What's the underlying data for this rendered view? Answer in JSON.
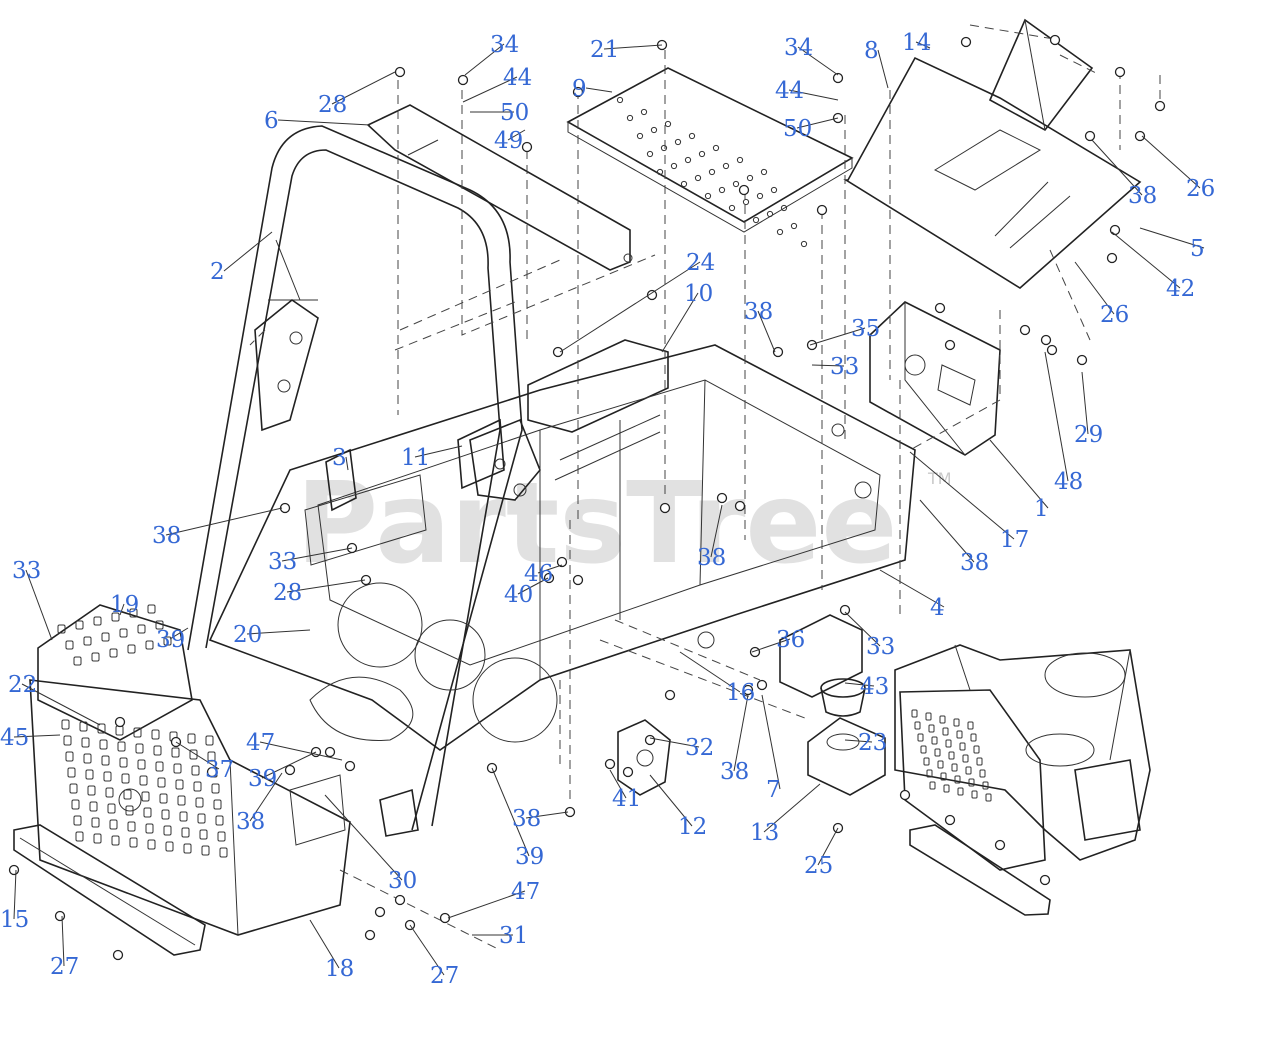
{
  "watermark": {
    "text": "PartsTree",
    "trademark": "TM"
  },
  "callouts": [
    {
      "label": "34"
    },
    {
      "label": "21"
    },
    {
      "label": "34"
    },
    {
      "label": "8"
    },
    {
      "label": "14"
    },
    {
      "label": "44"
    },
    {
      "label": "28"
    },
    {
      "label": "9"
    },
    {
      "label": "44"
    },
    {
      "label": "6"
    },
    {
      "label": "50"
    },
    {
      "label": "50"
    },
    {
      "label": "49"
    },
    {
      "label": "38"
    },
    {
      "label": "26"
    },
    {
      "label": "5"
    },
    {
      "label": "2"
    },
    {
      "label": "42"
    },
    {
      "label": "24"
    },
    {
      "label": "10"
    },
    {
      "label": "26"
    },
    {
      "label": "38"
    },
    {
      "label": "35"
    },
    {
      "label": "33"
    },
    {
      "label": "29"
    },
    {
      "label": "3"
    },
    {
      "label": "11"
    },
    {
      "label": "48"
    },
    {
      "label": "1"
    },
    {
      "label": "38"
    },
    {
      "label": "17"
    },
    {
      "label": "38"
    },
    {
      "label": "33"
    },
    {
      "label": "33"
    },
    {
      "label": "38"
    },
    {
      "label": "46"
    },
    {
      "label": "28"
    },
    {
      "label": "40"
    },
    {
      "label": "4"
    },
    {
      "label": "19"
    },
    {
      "label": "39"
    },
    {
      "label": "20"
    },
    {
      "label": "36"
    },
    {
      "label": "33"
    },
    {
      "label": "22"
    },
    {
      "label": "16"
    },
    {
      "label": "43"
    },
    {
      "label": "45"
    },
    {
      "label": "47"
    },
    {
      "label": "32"
    },
    {
      "label": "23"
    },
    {
      "label": "37"
    },
    {
      "label": "39"
    },
    {
      "label": "38"
    },
    {
      "label": "7"
    },
    {
      "label": "38"
    },
    {
      "label": "38"
    },
    {
      "label": "41"
    },
    {
      "label": "12"
    },
    {
      "label": "13"
    },
    {
      "label": "39"
    },
    {
      "label": "25"
    },
    {
      "label": "30"
    },
    {
      "label": "47"
    },
    {
      "label": "15"
    },
    {
      "label": "31"
    },
    {
      "label": "27"
    },
    {
      "label": "18"
    },
    {
      "label": "27"
    }
  ]
}
